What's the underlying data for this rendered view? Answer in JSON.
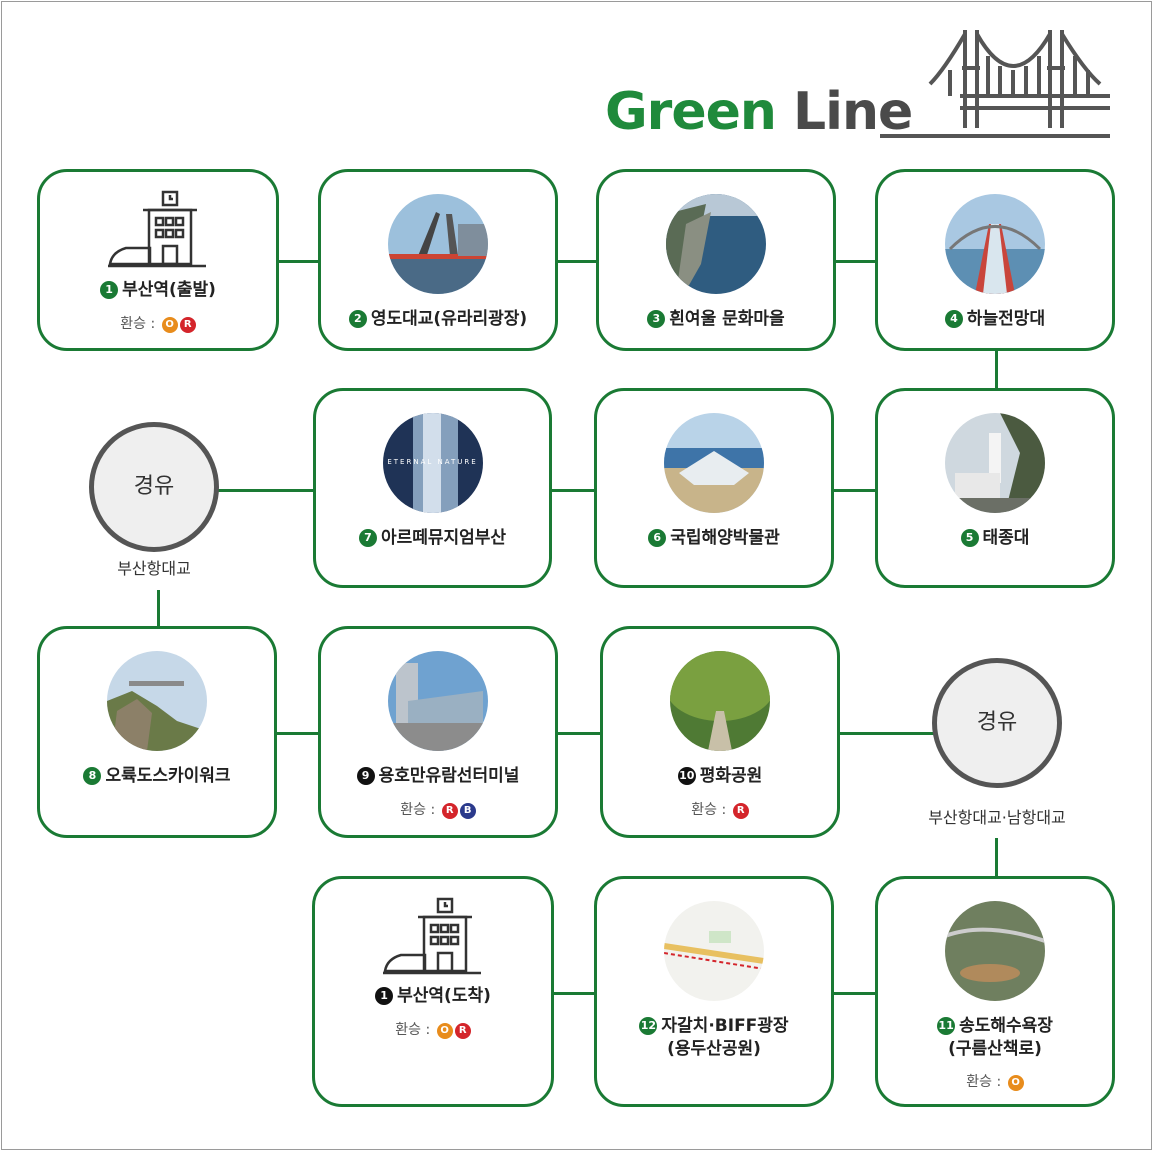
{
  "title": {
    "green": "Green",
    "line": "Line"
  },
  "transfer_label": "환승 :",
  "badges": {
    "O": "O",
    "R": "R",
    "B": "B"
  },
  "colors": {
    "green": "#1a7a34",
    "orange": "#e88c1c",
    "red": "#d4252b",
    "blue": "#2b3a8c"
  },
  "stops": [
    {
      "num": "1",
      "name": "부산역(출발)",
      "icon": "train-station-icon",
      "transfer": [
        "O",
        "R"
      ]
    },
    {
      "num": "2",
      "name": "영도대교(유라리광장)",
      "icon": "bridge-photo"
    },
    {
      "num": "3",
      "name": "흰여울 문화마을",
      "icon": "coast-photo"
    },
    {
      "num": "4",
      "name": "하늘전망대",
      "icon": "skywalk-photo"
    },
    {
      "num": "5",
      "name": "태종대",
      "icon": "lighthouse-photo"
    },
    {
      "num": "6",
      "name": "국립해양박물관",
      "icon": "museum-photo"
    },
    {
      "num": "7",
      "name": "아르떼뮤지엄부산",
      "icon": "waterfall-photo",
      "photo_text": "ETERNAL NATURE"
    },
    {
      "num": "8",
      "name": "오륙도스카이워크",
      "icon": "cliff-photo"
    },
    {
      "num": "9",
      "name": "용호만유람선터미널",
      "icon": "terminal-photo",
      "transfer": [
        "R",
        "B"
      ]
    },
    {
      "num": "10",
      "name": "평화공원",
      "icon": "park-photo",
      "transfer": [
        "R"
      ]
    },
    {
      "num": "11",
      "name": "송도해수욕장",
      "name2": "(구름산책로)",
      "icon": "beach-photo",
      "transfer": [
        "O"
      ]
    },
    {
      "num": "12",
      "name": "자갈치·BIFF광장",
      "name2": "(용두산공원)",
      "icon": "map-photo"
    },
    {
      "num": "1",
      "name": "부산역(도착)",
      "icon": "train-station-icon",
      "transfer": [
        "O",
        "R"
      ]
    }
  ],
  "via1": {
    "label": "경유",
    "sub": "부산항대교"
  },
  "via2": {
    "label": "경유",
    "sub": "부산항대교·남항대교"
  }
}
